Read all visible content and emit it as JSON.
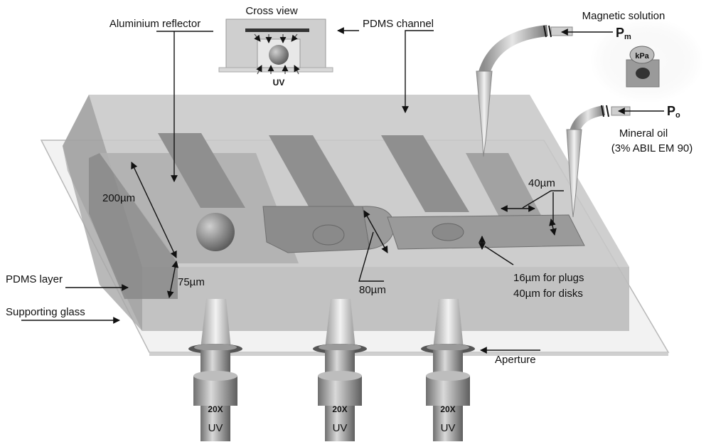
{
  "labels": {
    "cross_view": "Cross view",
    "aluminium_reflector": "Aluminium reflector",
    "pdms_channel": "PDMS channel",
    "magnetic_solution": "Magnetic solution",
    "pm_main": "P",
    "pm_sub": "m",
    "kpa": "kPa",
    "po_main": "P",
    "po_sub": "o",
    "mineral_oil": "Mineral oil",
    "abil": "(3% ABIL EM 90)",
    "cross_uv": "UV",
    "dim_200": "200µm",
    "dim_75": "75µm",
    "dim_80": "80µm",
    "dim_40": "40µm",
    "plugs": "16µm for plugs",
    "disks": "40µm for disks",
    "pdms_layer": "PDMS layer",
    "supporting_glass": "Supporting glass",
    "aperture": "Aperture",
    "objectives": [
      {
        "magnification": "20X",
        "source": "UV"
      },
      {
        "magnification": "20X",
        "source": "UV"
      },
      {
        "magnification": "20X",
        "source": "UV"
      }
    ]
  }
}
